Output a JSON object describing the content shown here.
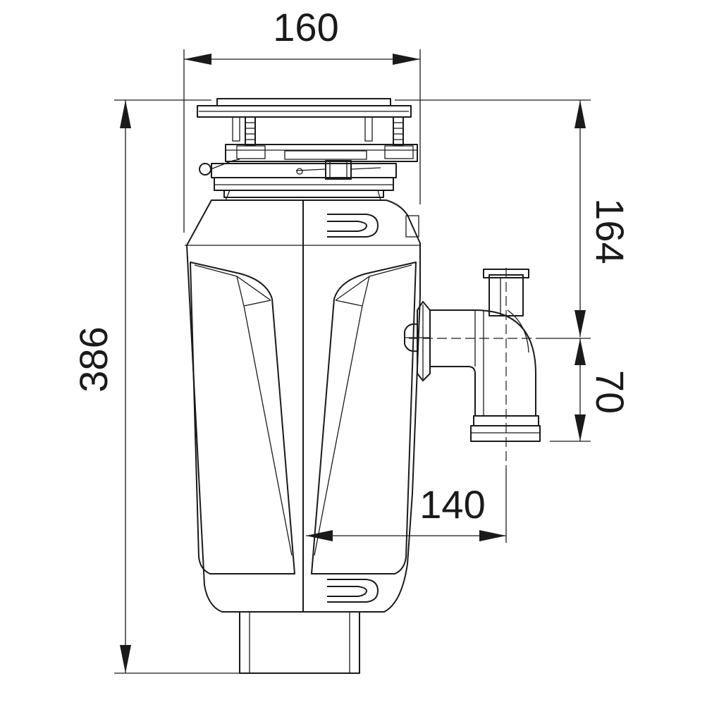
{
  "diagram": {
    "dimensions": {
      "top_width": "160",
      "total_height": "386",
      "upper_height": "164",
      "outlet_drop": "70",
      "outlet_offset": "140"
    },
    "colors": {
      "line": "#1a1a1a",
      "background": "#ffffff"
    }
  }
}
